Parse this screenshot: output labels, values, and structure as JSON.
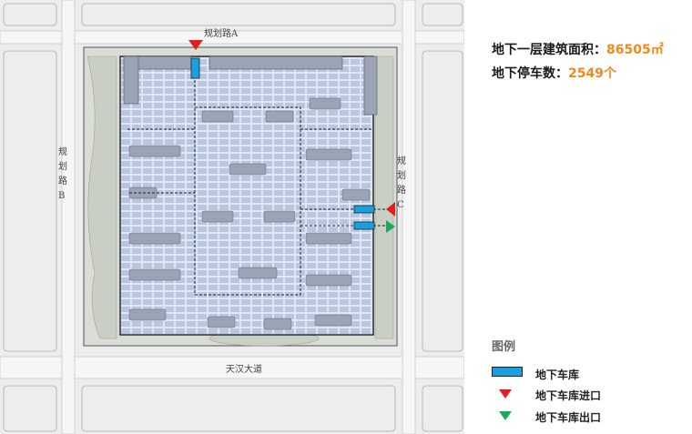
{
  "stats": {
    "area_label": "地下一层建筑面积：",
    "area_value": "86505㎡",
    "parking_label": "地下停车数：",
    "parking_value": "2549个"
  },
  "roads": {
    "top": "规划路A",
    "left": [
      "规",
      "划",
      "路",
      "B"
    ],
    "right": [
      "规",
      "划",
      "路",
      "C"
    ],
    "bottom": "天汉大道"
  },
  "legend": {
    "title": "图例",
    "items": [
      {
        "label": "地下车库",
        "icon": "garage-swatch-icon",
        "color": "#1aa0e0"
      },
      {
        "label": "地下车库进口",
        "icon": "entrance-triangle-icon",
        "color": "#e0201c"
      },
      {
        "label": "地下车库出口",
        "icon": "exit-triangle-icon",
        "color": "#1aaa5a"
      }
    ]
  },
  "colors": {
    "garage": "#dfe6f4",
    "block": "#9aa4b6",
    "accent": "#f08a1c"
  }
}
